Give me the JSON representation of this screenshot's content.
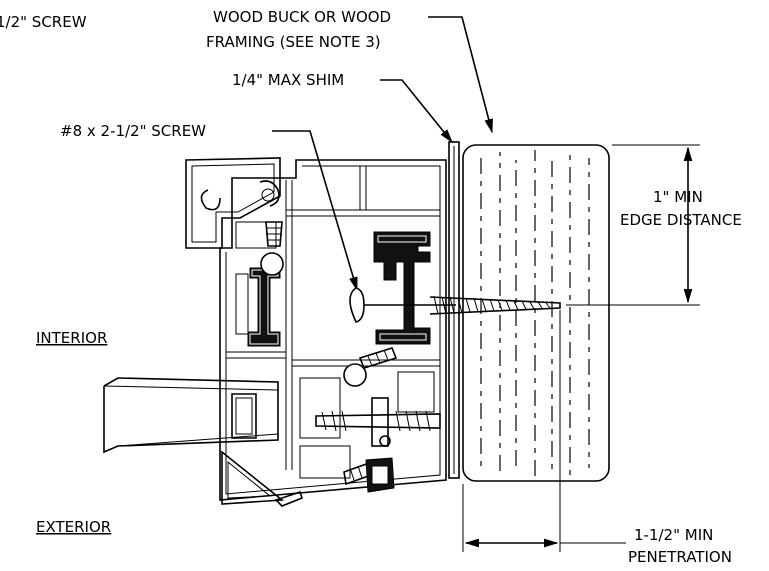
{
  "labels": {
    "top_left_screw": "1/2\" SCREW",
    "wood_buck_line1": "WOOD BUCK OR WOOD",
    "wood_buck_line2": "FRAMING (SEE NOTE 3)",
    "shim": "1/4\" MAX SHIM",
    "screw_8": "#8 x 2-1/2\" SCREW",
    "edge_line1": "1\" MIN",
    "edge_line2": "EDGE DISTANCE",
    "interior": "INTERIOR",
    "exterior": "EXTERIOR",
    "penetration_line1": "1-1/2\" MIN",
    "penetration_line2": "PENETRATION"
  }
}
